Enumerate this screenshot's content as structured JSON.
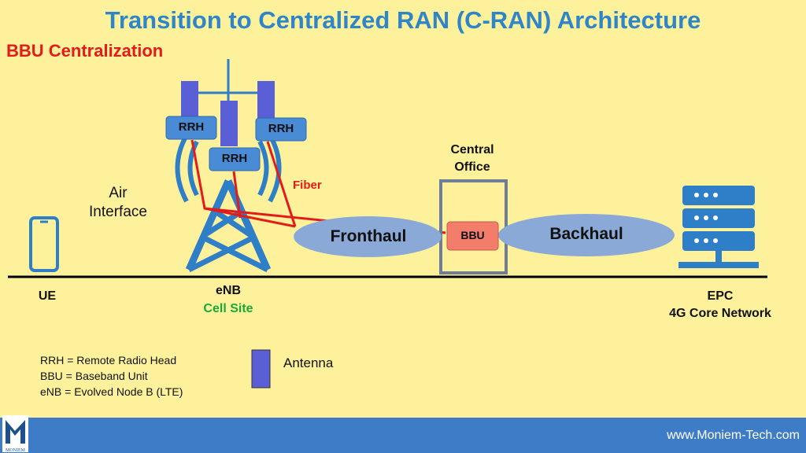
{
  "title": "Transition to Centralized RAN (C-RAN) Architecture",
  "subtitle": "BBU Centralization",
  "labels": {
    "air_interface_1": "Air",
    "air_interface_2": "Interface",
    "ue": "UE",
    "enb": "eNB",
    "cell_site": "Cell Site",
    "fiber": "Fiber",
    "central_office_1": "Central",
    "central_office_2": "Office",
    "fronthaul": "Fronthaul",
    "backhaul": "Backhaul",
    "bbu": "BBU",
    "epc": "EPC",
    "core_network": "4G Core Network",
    "rrh_left": "RRH",
    "rrh_center": "RRH",
    "rrh_right": "RRH"
  },
  "legend": {
    "rrh": "RRH = Remote Radio Head",
    "bbu": "BBU = Baseband Unit",
    "enb": "eNB = Evolved Node B (LTE)",
    "antenna": "Antenna"
  },
  "logo_text": "MONIEM",
  "footer_url": "www.Moniem-Tech.com",
  "colors": {
    "background": "#FEF19B",
    "title": "#2E86C9",
    "subtitle": "#E31B1B",
    "tower_blue": "#2F7FC8",
    "rrh_box": "#4A8BD6",
    "antenna": "#5A5FD6",
    "fiber": "#E31B1B",
    "ellipse": "#8AA9D6",
    "bbu_box": "#F27D6B",
    "cell_site": "#1BA83A",
    "footer": "#3F7CC7"
  },
  "icons": [
    "phone-icon",
    "cell-tower-icon",
    "server-icon",
    "antenna-icon"
  ]
}
